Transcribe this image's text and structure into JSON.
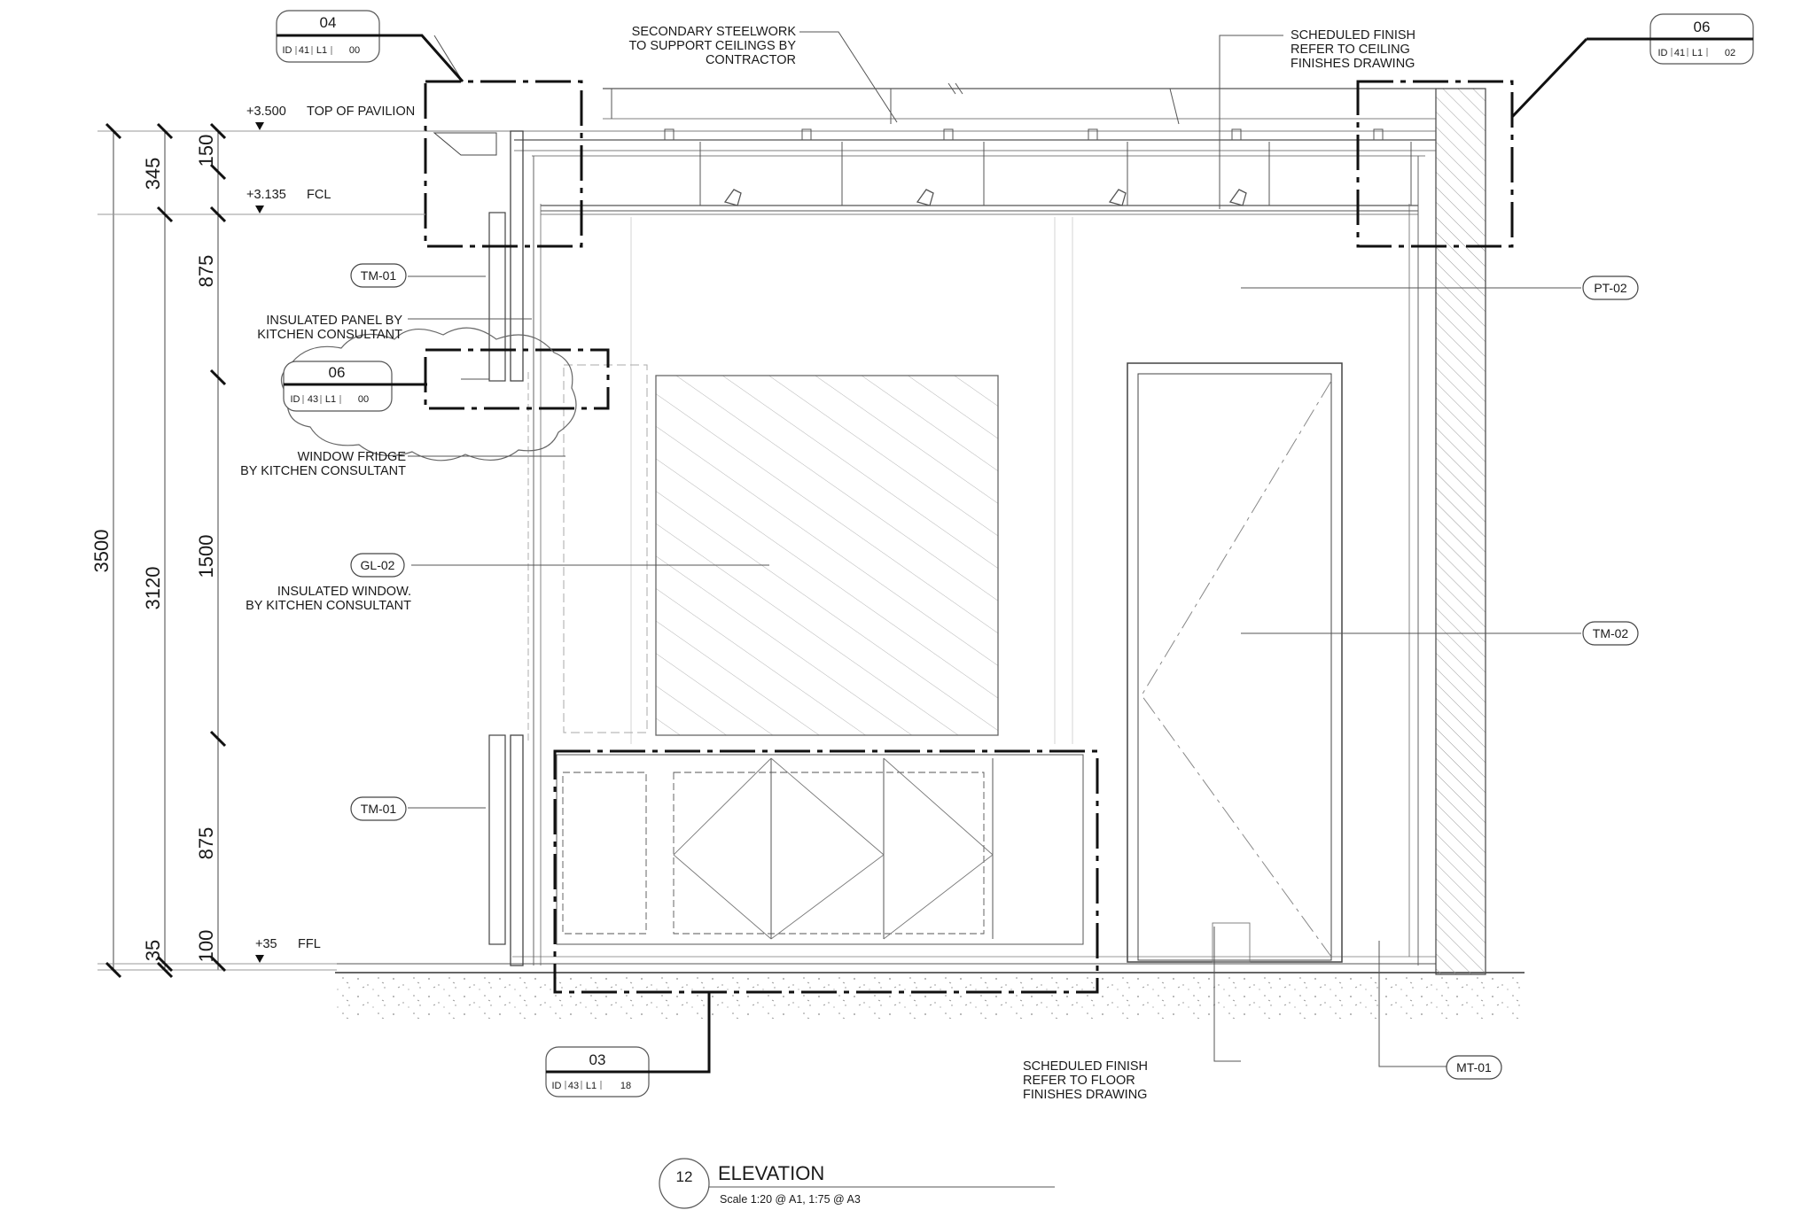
{
  "levels": [
    {
      "elev": "+3.500",
      "label": "TOP OF PAVILION"
    },
    {
      "elev": "+3.135",
      "label": "FCL"
    },
    {
      "elev": "+35",
      "label": "FFL"
    }
  ],
  "dimensions": {
    "overall": "3500",
    "mid": "3120",
    "d345": "345",
    "d35": "35",
    "d150": "150",
    "d875_top": "875",
    "d1500": "1500",
    "d875_bottom": "875",
    "d100": "100"
  },
  "detail_bubbles": [
    {
      "number": "04",
      "sheet": [
        "ID",
        "41",
        "L1",
        "00"
      ]
    },
    {
      "number": "06",
      "sheet": [
        "ID",
        "41",
        "L1",
        "02"
      ]
    },
    {
      "number": "06",
      "sheet": [
        "ID",
        "43",
        "L1",
        "00"
      ]
    },
    {
      "number": "03",
      "sheet": [
        "ID",
        "43",
        "L1",
        "18"
      ]
    }
  ],
  "notes": {
    "steelwork": [
      "SECONDARY STEELWORK",
      "TO SUPPORT CEILINGS BY",
      "CONTRACTOR"
    ],
    "ceiling_finish": [
      "SCHEDULED FINISH",
      "REFER TO CEILING",
      "FINISHES DRAWING"
    ],
    "insulated_panel": [
      "INSULATED PANEL BY",
      "KITCHEN  CONSULTANT"
    ],
    "window_fridge": [
      "WINDOW FRIDGE",
      "BY KITCHEN CONSULTANT"
    ],
    "insulated_window": [
      "INSULATED WINDOW.",
      "BY KITCHEN CONSULTANT"
    ],
    "floor_finish": [
      "SCHEDULED FINISH",
      "REFER TO FLOOR",
      "FINISHES DRAWING"
    ]
  },
  "tags": {
    "tm01_top": "TM-01",
    "gl02": "GL-02",
    "tm01_bottom": "TM-01",
    "pt02": "PT-02",
    "tm02": "TM-02",
    "mt01": "MT-01"
  },
  "title_block": {
    "number": "12",
    "title": "ELEVATION",
    "scale": "Scale 1:20 @ A1, 1:75 @ A3"
  }
}
